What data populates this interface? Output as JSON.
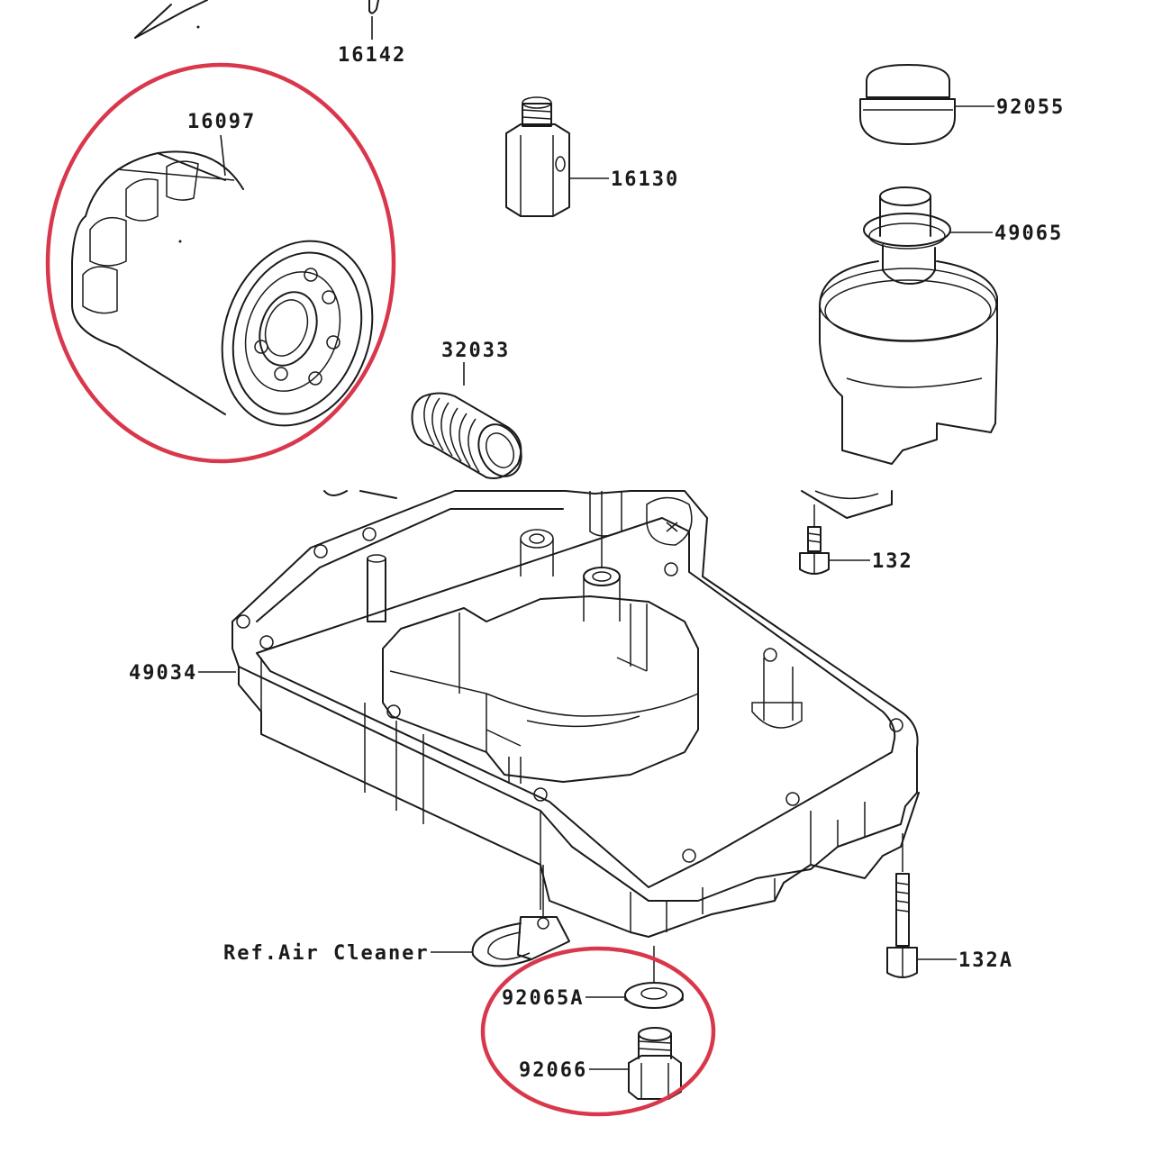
{
  "colors": {
    "line": "#1a1a1a",
    "highlight": "#d9374b",
    "background": "#ffffff"
  },
  "labels": {
    "p16142": "16142",
    "p16097": "16097",
    "p16130": "16130",
    "p92055": "92055",
    "p49065": "49065",
    "p32033": "32033",
    "p132": "132",
    "p49034": "49034",
    "p132A": "132A",
    "p_ref_air_cleaner": "Ref.Air Cleaner",
    "p92065A": "92065A",
    "p92066": "92066"
  }
}
